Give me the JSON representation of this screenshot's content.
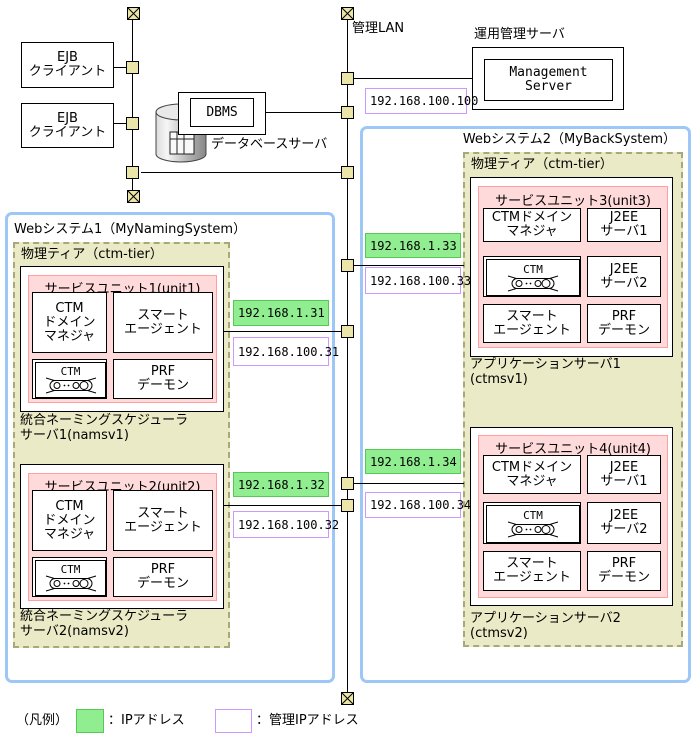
{
  "colors": {
    "system_border_blue": "#9cc7f7",
    "tier_fill_khaki": "#eaeac6",
    "unit_fill_pink": "#ffdada",
    "ip_green": "#90ee90",
    "admin_ip_border_purple": "#cc99ff",
    "node_fill": "#ece5a9"
  },
  "network": {
    "mgmt_lan_label": "管理LAN",
    "ops_server_label": "運用管理サーバ",
    "mgmt_server_label": "Management\nServer",
    "mgmt_ip": "192.168.100.100",
    "ejb_client": "EJB\nクライアント",
    "dbms_label": "DBMS",
    "db_server_label": "データベースサーバ"
  },
  "ws1": {
    "title": "Webシステム1（MyNamingSystem）",
    "tier": "物理ティア（ctm-tier）",
    "server1": {
      "unit_title": "サービスユニット1(unit1)",
      "ctm_domain_manager": "CTM\nドメイン\nマネジャ",
      "smart_agent": "スマート\nエージェント",
      "ctm": "CTM",
      "prf_daemon": "PRF\nデーモン",
      "caption": "統合ネーミングスケジューラ\nサーバ1(namsv1)",
      "ip": "192.168.1.31",
      "admin_ip": "192.168.100.31"
    },
    "server2": {
      "unit_title": "サービスユニット2(unit2)",
      "ctm_domain_manager": "CTM\nドメイン\nマネジャ",
      "smart_agent": "スマート\nエージェント",
      "ctm": "CTM",
      "prf_daemon": "PRF\nデーモン",
      "caption": "統合ネーミングスケジューラ\nサーバ2(namsv2)",
      "ip": "192.168.1.32",
      "admin_ip": "192.168.100.32"
    }
  },
  "ws2": {
    "title": "Webシステム2（MyBackSystem）",
    "tier": "物理ティア（ctm-tier）",
    "server1": {
      "unit_title": "サービスユニット3(unit3)",
      "ctm_domain_manager": "CTMドメイン\nマネジャ",
      "j2ee_server1": "J2EE\nサーバ1",
      "ctm": "CTM",
      "j2ee_server2": "J2EE\nサーバ2",
      "smart_agent": "スマート\nエージェント",
      "prf_daemon": "PRF\nデーモン",
      "caption": "アプリケーションサーバ1\n(ctmsv1)",
      "ip": "192.168.1.33",
      "admin_ip": "192.168.100.33"
    },
    "server2": {
      "unit_title": "サービスユニット4(unit4)",
      "ctm_domain_manager": "CTMドメイン\nマネジャ",
      "j2ee_server1": "J2EE\nサーバ1",
      "ctm": "CTM",
      "j2ee_server2": "J2EE\nサーバ2",
      "smart_agent": "スマート\nエージェント",
      "prf_daemon": "PRF\nデーモン",
      "caption": "アプリケーションサーバ2\n(ctmsv2)",
      "ip": "192.168.1.34",
      "admin_ip": "192.168.100.34"
    }
  },
  "legend": {
    "title": "（凡例）",
    "ip_label": "：IPアドレス",
    "admin_ip_label": "：管理IPアドレス"
  }
}
